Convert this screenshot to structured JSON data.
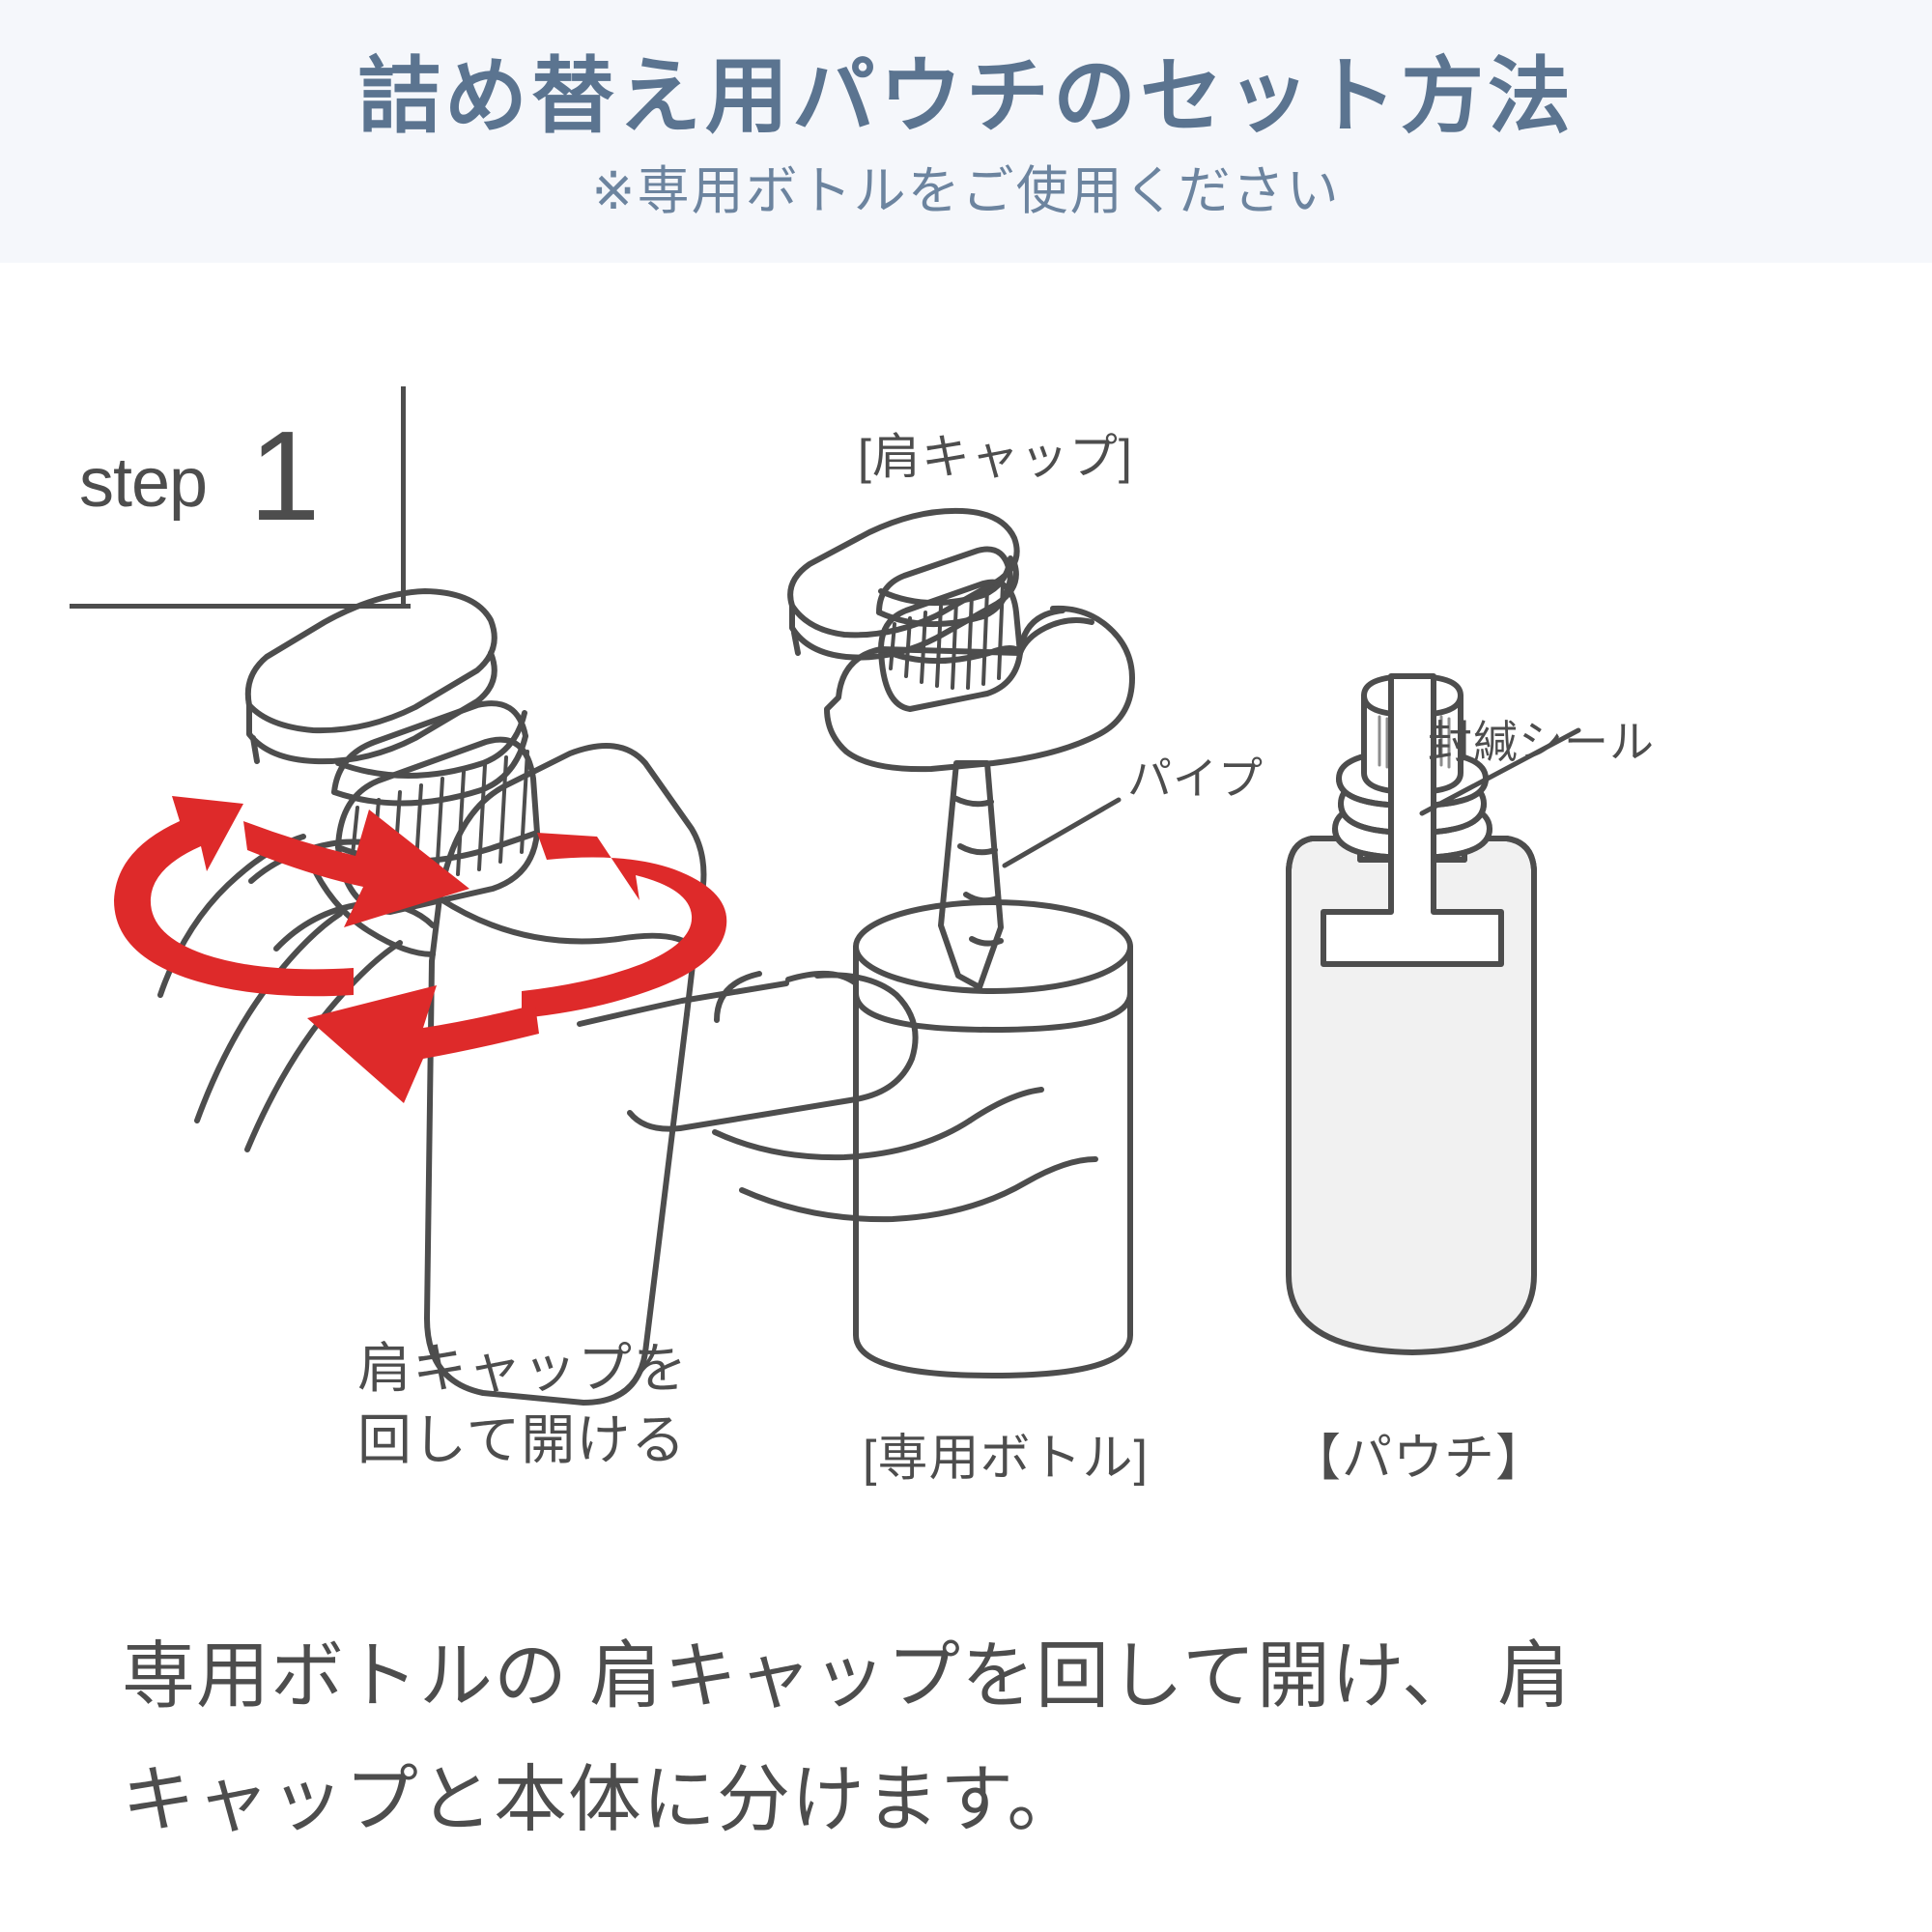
{
  "header": {
    "title": "詰め替え用パウチのセット方法",
    "subtitle": "※専用ボトルをご使用ください",
    "background": "#f5f7fb",
    "title_color": "#5b7490",
    "subtitle_color": "#6c849f"
  },
  "step": {
    "word": "step",
    "number": "1"
  },
  "diagram": {
    "labels": {
      "shoulder_cap": "[肩キャップ]",
      "pipe": "パイプ",
      "seal": "封緘シール",
      "bottle": "[専用ボトル]",
      "pouch": "【パウチ】"
    },
    "caption_turn": "肩キャップを\n回して開ける",
    "line_color": "#4d4d4d",
    "arrow_color": "#de2a2a",
    "pouch_fill": "#f1f1f1"
  },
  "body": {
    "line1": "専用ボトルの 肩キャップを回して開け、 肩",
    "line2": "キャップと本体に分けます。"
  }
}
